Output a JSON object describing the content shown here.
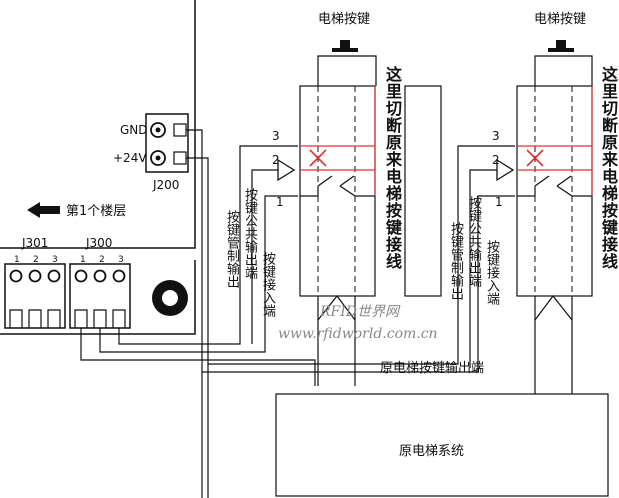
{
  "labels": {
    "button_left": "电梯按键",
    "button_right": "电梯按键",
    "gnd": "GND",
    "v24": "+24V",
    "j200": "J200",
    "floor": "第1个楼层",
    "j301": "J301",
    "j300": "J300",
    "pin1": "1",
    "pin2": "2",
    "pin3": "3",
    "wire3": "3",
    "wire2": "2",
    "wire1": "1",
    "cut_note": "这里切断原来电梯按键接线",
    "ctrl_out": "按键管制输出",
    "common_out": "按键公共输出端",
    "input": "按键接入端",
    "orig_out": "原电梯按键输出端",
    "system": "原电梯系统",
    "watermark1": "RFID世界网",
    "watermark2": "www.rfidworld.com.cn"
  },
  "colors": {
    "line": "#111111",
    "red": "#e53030"
  }
}
